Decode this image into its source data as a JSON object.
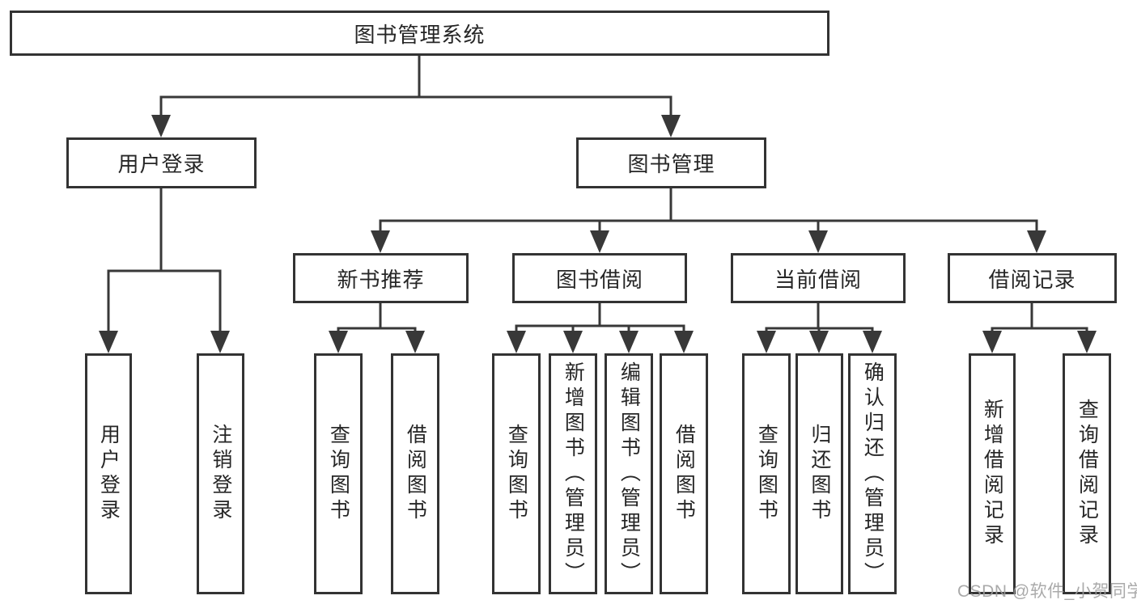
{
  "tree": {
    "root": {
      "label": "图书管理系统"
    },
    "login_branch": {
      "label": "用户登录",
      "children": [
        {
          "label": "用户登录"
        },
        {
          "label": "注销登录"
        }
      ]
    },
    "mgmt_branch": {
      "label": "图书管理",
      "groups": [
        {
          "label": "新书推荐",
          "children": [
            {
              "label": "查询图书"
            },
            {
              "label": "借阅图书"
            }
          ]
        },
        {
          "label": "图书借阅",
          "children": [
            {
              "label": "查询图书"
            },
            {
              "label": "新增图书（管理员）"
            },
            {
              "label": "编辑图书（管理员）"
            },
            {
              "label": "借阅图书"
            }
          ]
        },
        {
          "label": "当前借阅",
          "children": [
            {
              "label": "查询图书"
            },
            {
              "label": "归还图书"
            },
            {
              "label": "确认归还（管理员）"
            }
          ]
        },
        {
          "label": "借阅记录",
          "children": [
            {
              "label": "新增借阅记录"
            },
            {
              "label": "查询借阅记录"
            }
          ]
        }
      ]
    }
  },
  "watermark": "CSDN @软件_小贺同学",
  "colors": {
    "line": "#383838",
    "box_border": "#333333",
    "box_fill": "#ffffff",
    "text": "#262626",
    "watermark": "#9e9e9e"
  }
}
